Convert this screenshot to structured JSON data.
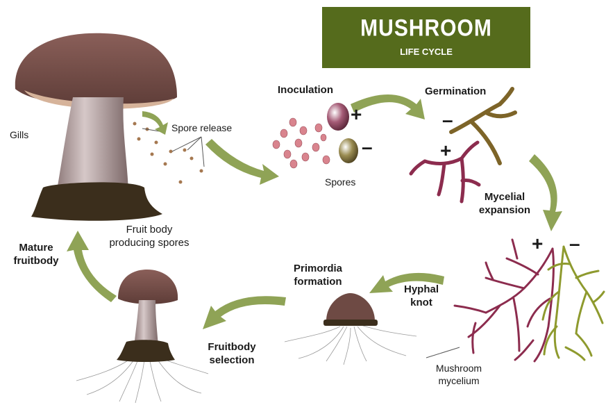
{
  "title": {
    "main": "MUSHROOM",
    "sub": "LIFE CYCLE"
  },
  "labels": {
    "gills": "Gills",
    "spore_release": "Spore release",
    "fruit_body_line1": "Fruit body",
    "fruit_body_line2": "producing spores",
    "inoculation": "Inoculation",
    "spores": "Spores",
    "germination": "Germination",
    "mycelial_line1": "Mycelial",
    "mycelial_line2": "expansion",
    "hyphal_line1": "Hyphal",
    "hyphal_line2": "knot",
    "mycelium_line1": "Mushroom",
    "mycelium_line2": "mycelium",
    "primordia_line1": "Primordia",
    "primordia_line2": "formation",
    "selection_line1": "Fruitbody",
    "selection_line2": "selection",
    "mature_line1": "Mature",
    "mature_line2": "fruitbody"
  },
  "signs": {
    "plus": "+",
    "minus": "–"
  },
  "colors": {
    "title_bg": "#556b1c",
    "arrow": "#8fa356",
    "cap": "#6e4a44",
    "stem": "#b5a3a3",
    "volva": "#3b2e1c",
    "hypha_plus": "#8c2c4e",
    "hypha_minus": "#7d6428",
    "mycelium_minus": "#8e9a2e",
    "spore_pink": "#d9848e",
    "spore_dot": "#a57850"
  }
}
